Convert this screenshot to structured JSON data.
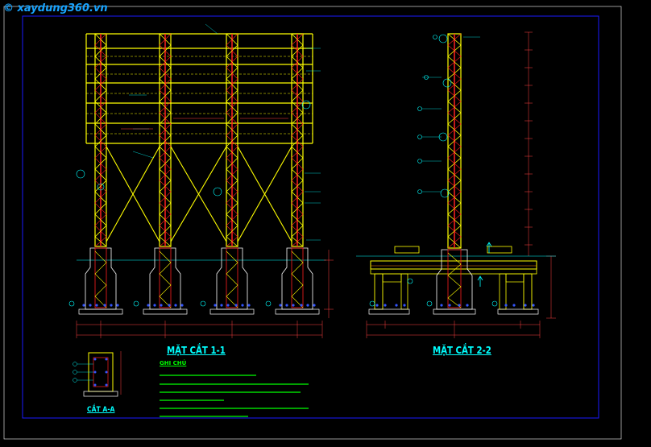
{
  "watermark": "© xaydung360.vn",
  "titles": {
    "section_1": "MẶT CẮT 1-1",
    "section_2": "MẶT CẮT 2-2",
    "section_a": "CẮT A-A"
  },
  "notes": {
    "heading": "GHI CHÚ"
  },
  "colors": {
    "background": "#000000",
    "frame": "#1a1aff",
    "truss": "#ffff00",
    "column_core": "#ff2020",
    "dimension": "#ff4040",
    "annotation": "#00ffff",
    "notes": "#00ff00"
  }
}
